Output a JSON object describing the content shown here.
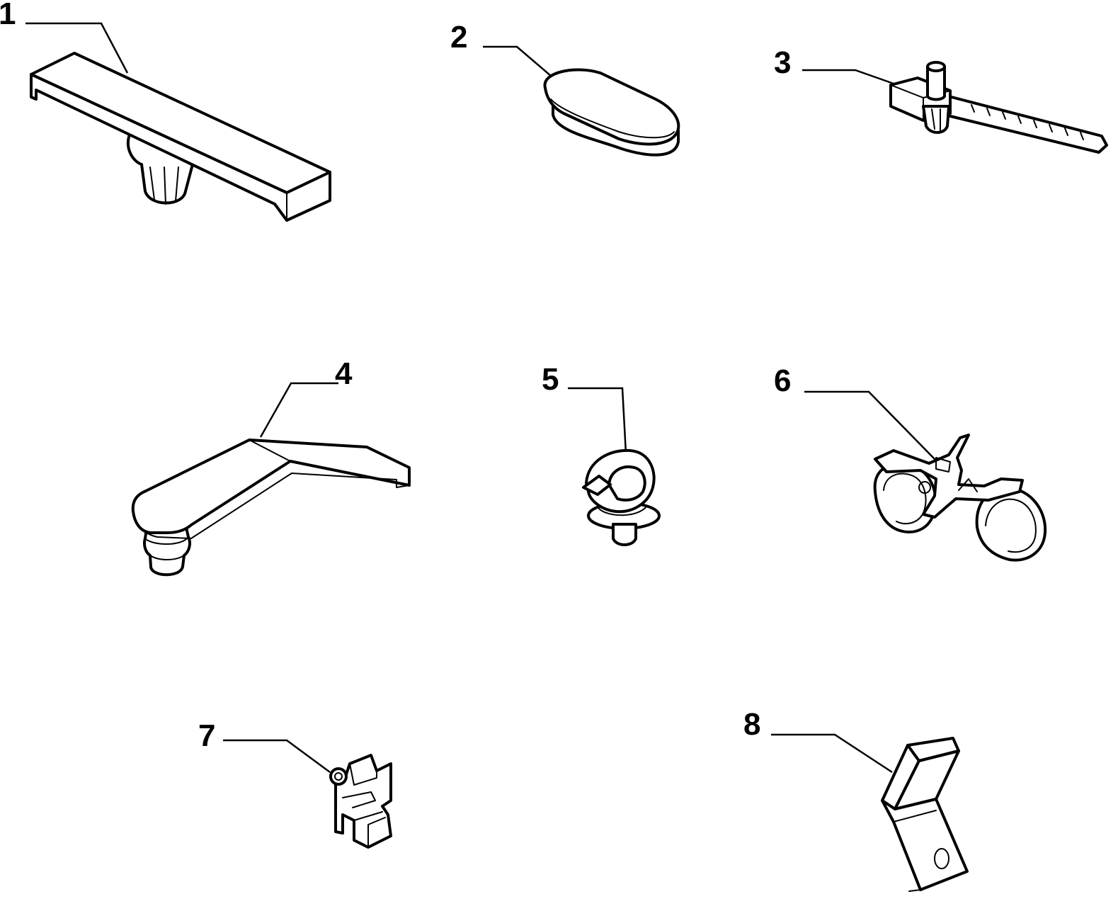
{
  "parts": [
    {
      "number": "1",
      "icon": "long-trim-clip"
    },
    {
      "number": "2",
      "icon": "oval-plug"
    },
    {
      "number": "3",
      "icon": "cable-tie-with-stud"
    },
    {
      "number": "4",
      "icon": "angled-trim-clip"
    },
    {
      "number": "5",
      "icon": "cable-ring-clip"
    },
    {
      "number": "6",
      "icon": "double-pipe-clamp"
    },
    {
      "number": "7",
      "icon": "wire-harness-clip"
    },
    {
      "number": "8",
      "icon": "z-bracket"
    }
  ]
}
